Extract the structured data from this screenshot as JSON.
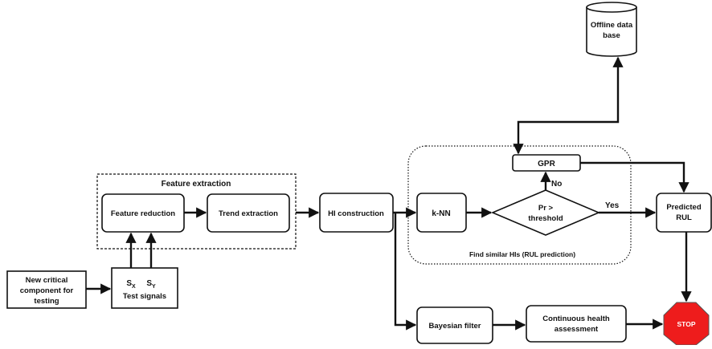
{
  "nodes": {
    "offline_db": "Offline data",
    "offline_db_line2": "base",
    "gpr": "GPR",
    "feature_group_title": "Feature extraction",
    "feature_reduction": "Feature reduction",
    "trend_extraction": "Trend extraction",
    "hi_construction": "HI construction",
    "knn": "k-NN",
    "decision_line1": "Pr >",
    "decision_line2": "threshold",
    "predicted_rul_line1": "Predicted",
    "predicted_rul_line2": "RUL",
    "similar_group_title": "Find similar HIs (RUL prediction)",
    "new_component_line1": "New critical",
    "new_component_line2": "component for",
    "new_component_line3": "testing",
    "test_signals": "Test signals",
    "sx_base": "S",
    "sx_sub": "X",
    "sy_base": "S",
    "sy_sub": "Y",
    "bayesian_filter": "Bayesian filter",
    "health_line1": "Continuous health",
    "health_line2": "assessment",
    "stop": "STOP"
  },
  "edge_labels": {
    "no": "No",
    "yes": "Yes"
  },
  "colors": {
    "stop_fill": "#ee1c1c",
    "stop_text": "#ffffff",
    "stroke": "#111111"
  }
}
